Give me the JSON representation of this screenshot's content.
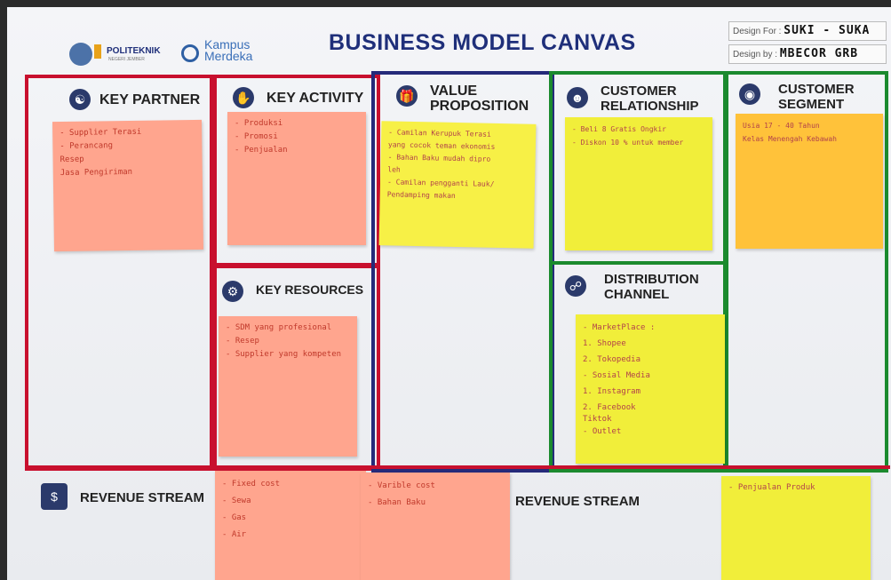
{
  "header": {
    "logo_politeknik": "POLITEKNIK",
    "logo_politeknik_sub": "NEGERI JEMBER",
    "logo_kampus_line1": "Kampus",
    "logo_kampus_line2": "Merdeka",
    "title": "BUSINESS MODEL CANVAS",
    "design_for_label": "Design For :",
    "design_for_value": "SUKI - SUKA",
    "design_by_label": "Design by :",
    "design_by_value": "MBECOR GRB"
  },
  "sections": {
    "key_partner": "KEY PARTNER",
    "key_activity": "KEY ACTIVITY",
    "value_line1": "VALUE",
    "value_line2": "PROPOSITION",
    "cr_line1": "CUSTOMER",
    "cr_line2": "RELATIONSHIP",
    "cs_line1": "CUSTOMER",
    "cs_line2": "SEGMENT",
    "key_resources": "KEY RESOURCES",
    "dc_line1": "DISTRIBUTION",
    "dc_line2": "CHANNEL",
    "revenue_left": "REVENUE STREAM",
    "revenue_right": "REVENUE STREAM"
  },
  "notes": {
    "key_partner": [
      "- Supplier Terasi",
      "- Perancang",
      "  Resep",
      "  Jasa Pengiriman"
    ],
    "key_activity": [
      "- Produksi",
      "- Promosi",
      "- Penjualan"
    ],
    "value": [
      "- Camilan Kerupuk Terasi",
      "  yang cocok teman ekonomis",
      "- Bahan Baku mudah dipro",
      "  leh",
      "- Camilan pengganti Lauk/",
      "  Pendamping makan"
    ],
    "customer_relationship": [
      "- Beli 8 Gratis Ongkir",
      "- Diskon 10 % untuk member"
    ],
    "customer_segment": [
      "Usia 17 - 40 Tahun",
      "Kelas Menengah Kebawah"
    ],
    "key_resources": [
      "- SDM yang profesional",
      "- Resep",
      "- Supplier yang kompeten"
    ],
    "distribution": [
      "- MarketPlace :",
      "  1. Shopee",
      "  2. Tokopedia",
      "- Sosial Media",
      "  1. Instagram",
      "  2. Facebook",
      "     Tiktok",
      "- Outlet"
    ],
    "revenue_fixed": [
      "- Fixed cost",
      "- Sewa",
      "- Gas",
      "- Air"
    ],
    "revenue_variable": [
      "- Varible cost",
      "- Bahan Baku"
    ],
    "revenue_sales": [
      "- Penjualan Produk"
    ]
  },
  "icons": {
    "key_partner": "people-network-icon",
    "key_activity": "hand-gear-icon",
    "value": "gift-hand-icon",
    "customer_relationship": "group-icon",
    "customer_segment": "segment-icon",
    "key_resources": "gear-people-icon",
    "distribution": "network-icon",
    "revenue": "calculator-money-icon"
  },
  "colors": {
    "red_border": "#c8102e",
    "navy_border": "#252a7a",
    "green_border": "#1b8a2e",
    "title": "#1f2f7a"
  }
}
